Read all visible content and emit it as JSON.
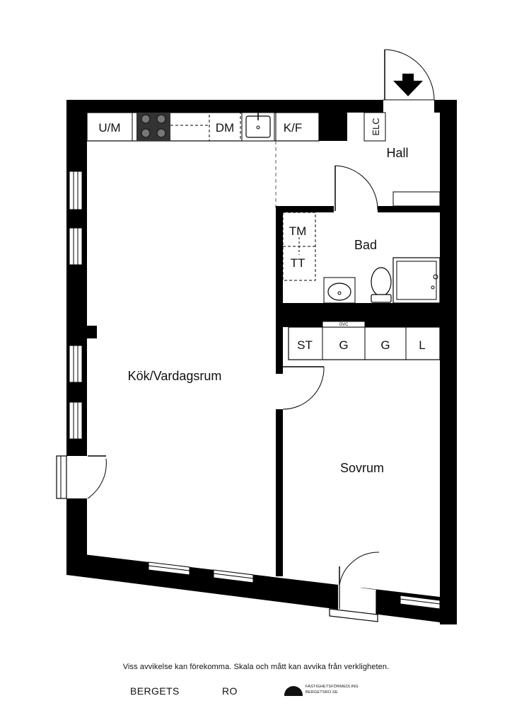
{
  "rooms": {
    "kitchen_living": "Kök/Vardagsrum",
    "hall": "Hall",
    "bathroom": "Bad",
    "bedroom": "Sovrum"
  },
  "fixtures": {
    "fridge_freezer_left": "U/M",
    "dishwasher": "DM",
    "fridge_freezer_right": "K/F",
    "electric_cabinet": "ELC",
    "washing_machine": "TM",
    "tumble_dryer": "TT",
    "wardrobe_st": "ST",
    "wardrobe_g1": "G",
    "wardrobe_g2": "G",
    "wardrobe_l": "L",
    "gvc": "GVC"
  },
  "footer": {
    "disclaimer": "Viss avvikelse kan förekomma. Skala och mått kan avvika från verkligheten.",
    "brand_left": "BERGETS",
    "brand_right": "RO",
    "agency_name": "FASTIGHETSFÖRMEDLING",
    "agency_url": "BERGETSRO.SE"
  }
}
